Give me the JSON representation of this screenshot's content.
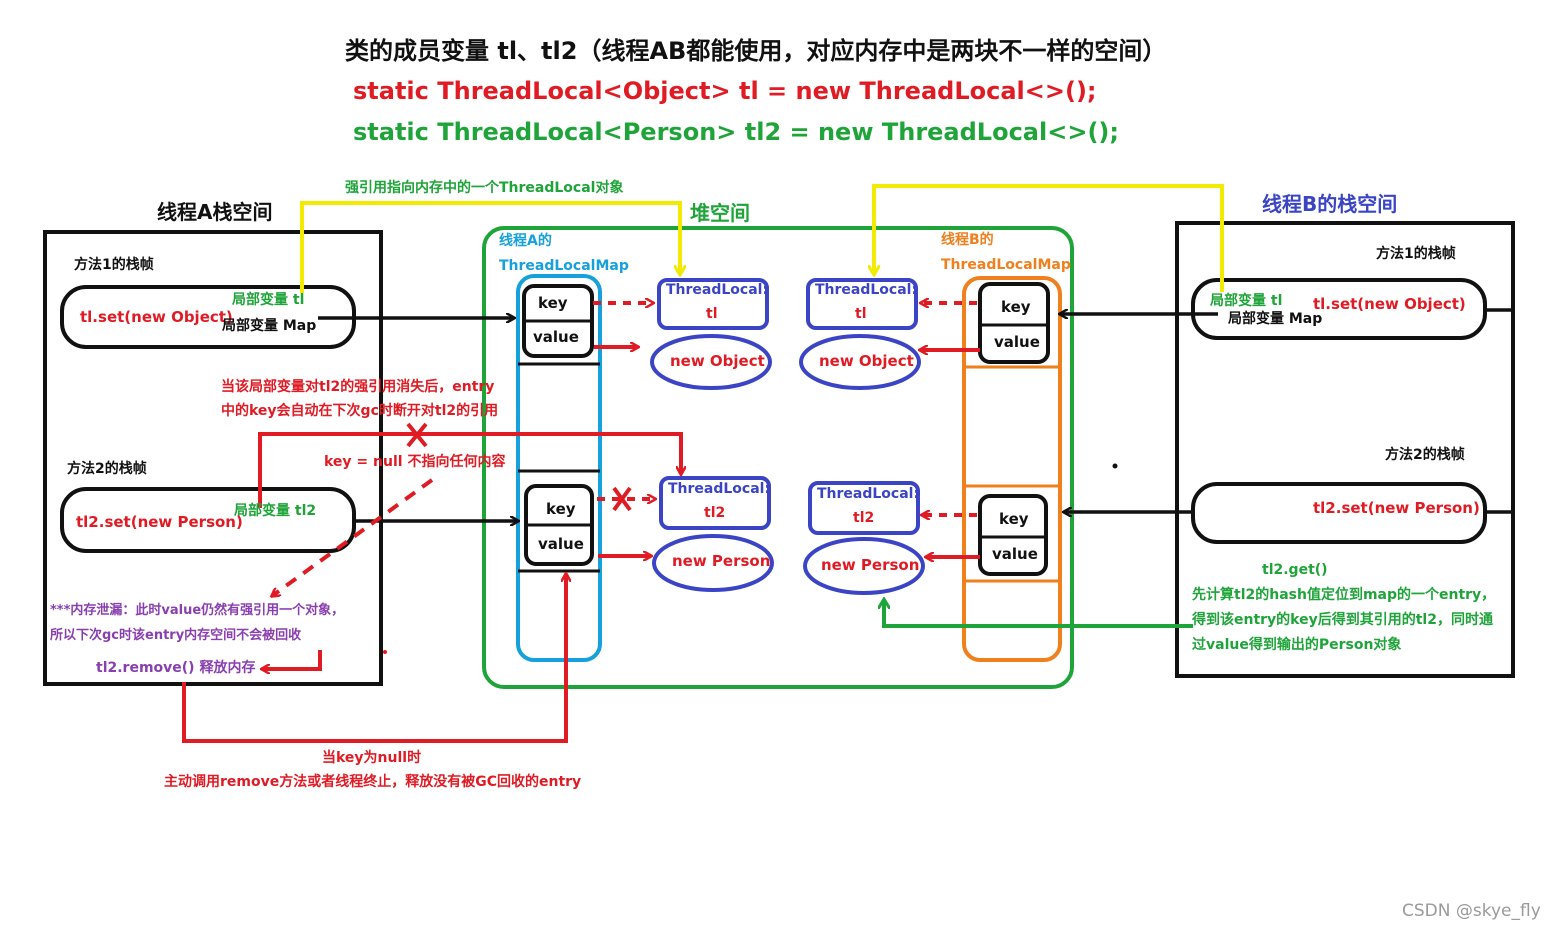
{
  "header": {
    "line1": "类的成员变量 tl、tl2（线程AB都能使用，对应内存中是两块不一样的空间）",
    "line2": "static ThreadLocal<Object> tl = new ThreadLocal<>();",
    "line3": "static ThreadLocal<Person> tl2 = new ThreadLocal<>();"
  },
  "thread_a": {
    "title": "线程A栈空间",
    "frame1_label": "方法1的栈帧",
    "frame1_call": "tl.set(new Object)",
    "frame1_var_tl": "局部变量 tl",
    "frame1_var_map": "局部变量 Map",
    "frame2_label": "方法2的栈帧",
    "frame2_call": "tl2.set(new Person)",
    "frame2_var_tl2": "局部变量 tl2"
  },
  "heap": {
    "title": "堆空间",
    "map_a_line1": "线程A的",
    "map_a_line2": "ThreadLocalMap",
    "map_b_line1": "线程B的",
    "map_b_line2": "ThreadLocalMap",
    "key": "key",
    "value": "value",
    "tl_line1": "ThreadLocal:",
    "tl_line2": "tl",
    "tl2_line2": "tl2",
    "new_object": "new Object",
    "new_person": "new  Person"
  },
  "thread_b": {
    "title": "线程B的栈空间",
    "frame1_label": "方法1的栈帧",
    "frame1_call": "tl.set(new Object)",
    "frame1_var_tl": "局部变量 tl",
    "frame1_var_map": "局部变量 Map",
    "frame2_label": "方法2的栈帧",
    "frame2_call": "tl2.set(new Person)",
    "get_title": "tl2.get()",
    "get_desc1": "先计算tl2的hash值定位到map的一个entry，",
    "get_desc2": "得到该entry的key后得到其引用的tl2，同时通",
    "get_desc3": "过value得到输出的Person对象"
  },
  "annotations": {
    "strong_ref": "强引用指向内存中的一个ThreadLocal对象",
    "weak_note1": "当该局部变量对tl2的强引用消失后，entry",
    "weak_note2": "中的key会自动在下次gc时断开对tl2的引用",
    "key_null": "key = null 不指向任何内容",
    "leak1": "***内存泄漏：此时value仍然有强引用一个对象，",
    "leak2": "所以下次gc时该entry内存空间不会被回收",
    "remove": "tl2.remove() 释放内存",
    "bottom1": "当key为null时",
    "bottom2": "主动调用remove方法或者线程终止，释放没有被GC回收的entry"
  },
  "watermark": "CSDN @skye_fly",
  "colors": {
    "red": "#e01b24",
    "green": "#1fa43a",
    "blue": "#3a44c4",
    "orange": "#f07f1e",
    "cyan": "#16a0dc",
    "yellow": "#f2ea00",
    "purple": "#8a3fb0",
    "black": "#111111"
  }
}
